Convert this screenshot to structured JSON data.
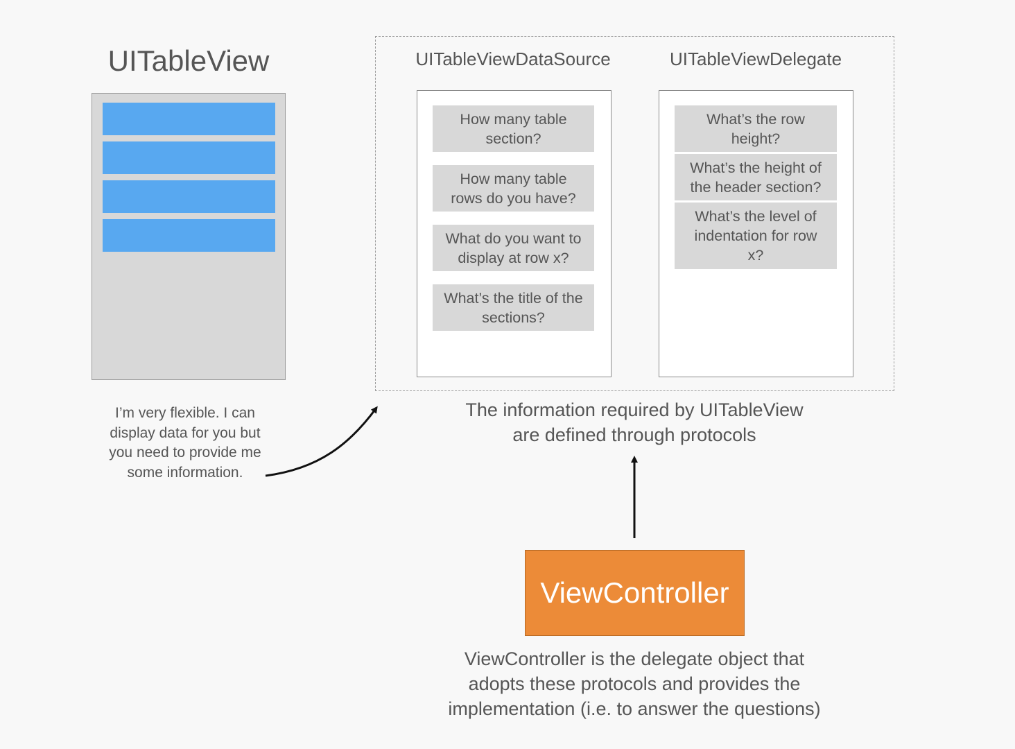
{
  "tableview": {
    "title": "UITableView",
    "row_count": 4,
    "caption_lines": [
      "I’m very flexible. I can",
      "display data for you but",
      "you need to provide me",
      "some information."
    ],
    "row_color": "#58a8f0"
  },
  "datasource": {
    "title": "UITableViewDataSource",
    "questions": [
      [
        "How many table",
        "section?"
      ],
      [
        "How many table",
        "rows do you have?"
      ],
      [
        "What do you want to",
        "display at row x?"
      ],
      [
        "What’s the title of the",
        "sections?"
      ]
    ]
  },
  "delegate": {
    "title": "UITableViewDelegate",
    "questions": [
      [
        "What’s the row",
        "height?"
      ],
      [
        "What’s the height of",
        "the header section?"
      ],
      [
        "What’s the level of",
        "indentation for row",
        "x?"
      ]
    ]
  },
  "protocols_caption_lines": [
    "The information required by UITableView",
    "are defined through protocols"
  ],
  "viewcontroller": {
    "label": "ViewController",
    "color": "#ec8b38",
    "caption_lines": [
      "ViewController is the delegate object that",
      "adopts these protocols and provides the",
      "implementation (i.e. to answer the questions)"
    ]
  }
}
